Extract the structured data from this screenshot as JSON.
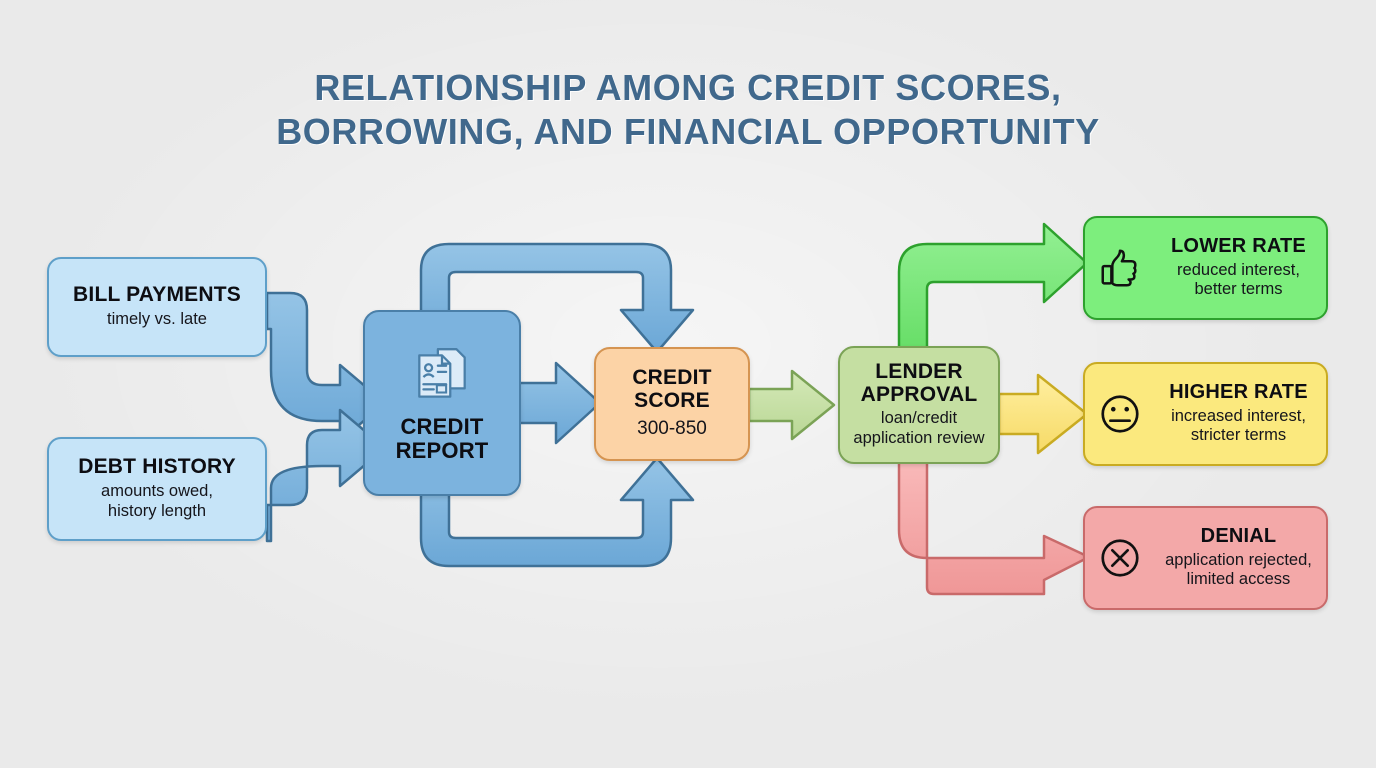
{
  "title": {
    "line1": "RELATIONSHIP AMONG CREDIT SCORES,",
    "line2": "BORROWING, AND FINANCIAL OPPORTUNITY",
    "color": "#40688c"
  },
  "background_color": "#eaeaea",
  "nodes": {
    "bill_payments": {
      "title": "BILL PAYMENTS",
      "subtitle": "timely vs. late",
      "fill": "#c6e4f8",
      "stroke": "#5e9fc9"
    },
    "debt_history": {
      "title": "DEBT HISTORY",
      "subtitle_line1": "amounts owed,",
      "subtitle_line2": "history length",
      "fill": "#c6e4f8",
      "stroke": "#5e9fc9"
    },
    "credit_report": {
      "title_line1": "CREDIT",
      "title_line2": "REPORT",
      "icon": "document-person-icon",
      "fill": "#7cb3de",
      "stroke": "#4a7fa8"
    },
    "credit_score": {
      "title_line1": "CREDIT",
      "title_line2": "SCORE",
      "subtitle": "300-850",
      "fill": "#fcd3a6",
      "stroke": "#d59451"
    },
    "lender_approval": {
      "title_line1": "LENDER",
      "title_line2": "APPROVAL",
      "subtitle_line1": "loan/credit",
      "subtitle_line2": "application review",
      "fill": "#c5dfa2",
      "stroke": "#7ba356"
    },
    "lower_rate": {
      "title": "LOWER RATE",
      "subtitle_line1": "reduced interest,",
      "subtitle_line2": "better terms",
      "icon": "thumbs-up-icon",
      "fill": "#7dee7d",
      "stroke": "#2da12d"
    },
    "higher_rate": {
      "title": "HIGHER RATE",
      "subtitle_line1": "increased interest,",
      "subtitle_line2": "stricter terms",
      "icon": "neutral-face-icon",
      "fill": "#fbe97e",
      "stroke": "#c9ab22"
    },
    "denial": {
      "title": "DENIAL",
      "subtitle_line1": "application rejected,",
      "subtitle_line2": "limited access",
      "icon": "circle-x-icon",
      "fill": "#f3a8a8",
      "stroke": "#c96a6a"
    }
  },
  "connectors": [
    {
      "name": "bill-to-report",
      "from": "bill_payments",
      "to": "credit_report",
      "color": "#7cb3de",
      "stroke": "#4a7fa8"
    },
    {
      "name": "debt-to-report",
      "from": "debt_history",
      "to": "credit_report",
      "color": "#7cb3de",
      "stroke": "#4a7fa8"
    },
    {
      "name": "report-to-score",
      "from": "credit_report",
      "to": "credit_score",
      "color": "#7cb3de",
      "stroke": "#4a7fa8"
    },
    {
      "name": "report-to-score-top-loop",
      "from": "credit_report",
      "to": "credit_score",
      "color": "#7cb3de",
      "stroke": "#4a7fa8"
    },
    {
      "name": "report-to-score-bottom-loop",
      "from": "credit_report",
      "to": "credit_score",
      "color": "#7cb3de",
      "stroke": "#4a7fa8"
    },
    {
      "name": "score-to-lender",
      "from": "credit_score",
      "to": "lender_approval",
      "color": "#c5dfa2",
      "stroke": "#7ba356"
    },
    {
      "name": "lender-to-lower-rate",
      "from": "lender_approval",
      "to": "lower_rate",
      "color": "#7de87d",
      "stroke": "#2da12d"
    },
    {
      "name": "lender-to-higher-rate",
      "from": "lender_approval",
      "to": "higher_rate",
      "color": "#fbe07e",
      "stroke": "#c9ab22"
    },
    {
      "name": "lender-to-denial",
      "from": "lender_approval",
      "to": "denial",
      "color": "#f5a5a5",
      "stroke": "#c96a6a"
    }
  ]
}
